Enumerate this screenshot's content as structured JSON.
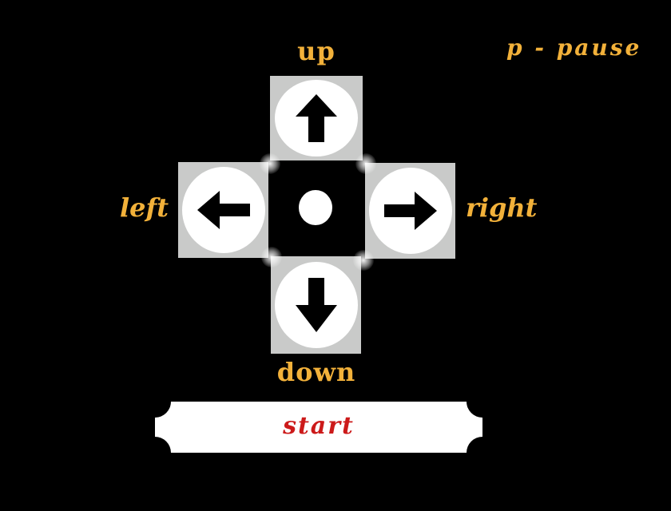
{
  "controls": {
    "up_label": "up",
    "down_label": "down",
    "left_label": "left",
    "right_label": "right",
    "pause_label": "p - pause"
  },
  "icons": {
    "up": "arrow-up-icon",
    "down": "arrow-down-icon",
    "left": "arrow-left-icon",
    "right": "arrow-right-icon",
    "center": "dot-icon"
  },
  "start_button": {
    "label": "start"
  },
  "colors": {
    "background": "#000000",
    "label": "#f2b13a",
    "key_frame": "#c9cac9",
    "start_text": "#cc1a1a",
    "start_fill": "#ffffff"
  }
}
